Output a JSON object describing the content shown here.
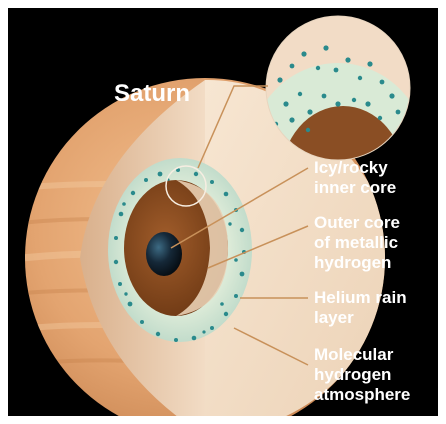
{
  "title": "Saturn",
  "labels": {
    "inner_core": [
      "Icy/rocky",
      "inner core"
    ],
    "outer_core": [
      "Outer core",
      "of metallic",
      "hydrogen"
    ],
    "helium": [
      "Helium rain",
      "layer"
    ],
    "molecular": [
      "Molecular",
      "hydrogen",
      "atmosphere"
    ]
  },
  "colors": {
    "background": "#000000",
    "leader_lines": "#c8915a",
    "label_text": "#ffffff",
    "atmosphere_outer": "#e7ad79",
    "atmosphere_cut": "#f0d9c0",
    "helium_layer": "#cfe3cf",
    "helium_dots": "#2a8a8c",
    "outer_core": "#8a4e24",
    "inner_core": "#0e1a26"
  }
}
